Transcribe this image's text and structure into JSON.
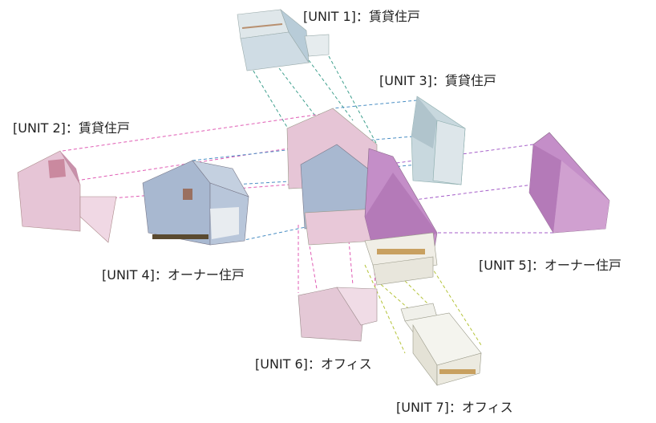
{
  "labels": {
    "unit1": "[UNIT 1]：賃貸住戸",
    "unit2": "[UNIT 2]：賃貸住戸",
    "unit3": "[UNIT 3]：賃貸住戸",
    "unit4": "[UNIT 4]：オーナー住戸",
    "unit5": "[UNIT 5]：オーナー住戸",
    "unit6": "[UNIT 6]：オフィス",
    "unit7": "[UNIT 7]：オフィス"
  },
  "colors": {
    "pink_line": "#e05cb4",
    "blue_line": "#4b8fc4",
    "teal_line": "#3fa08e",
    "purple_line": "#a45cc8",
    "yellow_line": "#b5c43a",
    "unit_pink": "#e8c8d8",
    "unit_blue": "#b8c8dc",
    "unit_purple": "#c890c8",
    "unit_white": "#eeeeea"
  }
}
